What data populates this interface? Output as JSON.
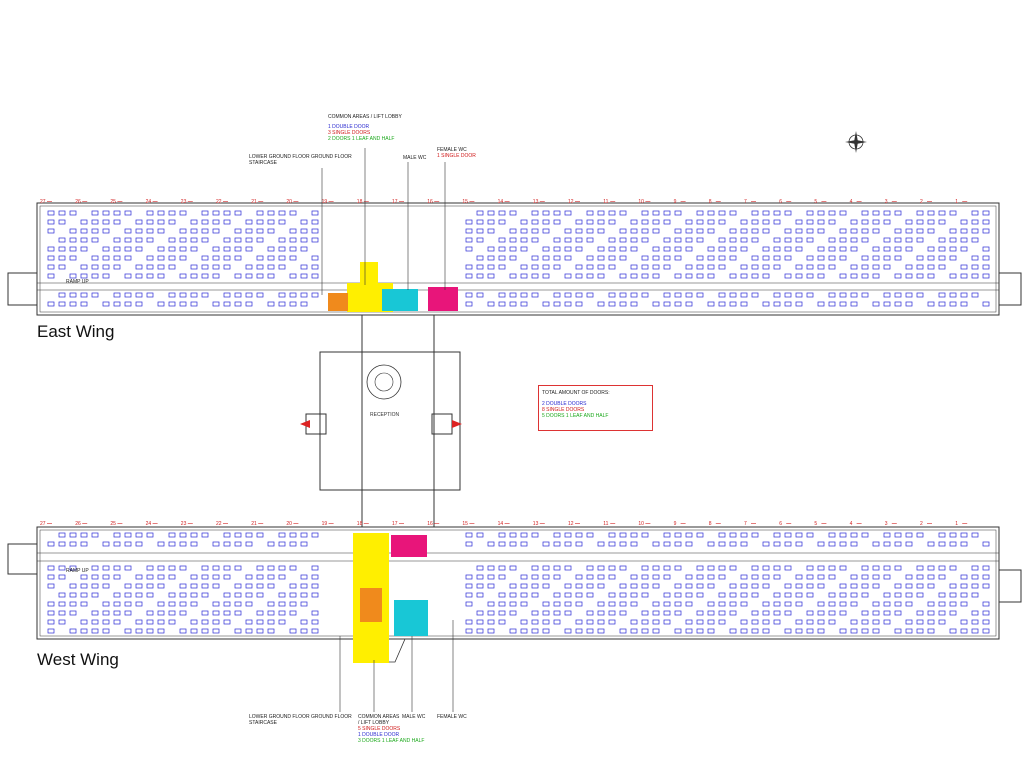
{
  "wings": {
    "east": {
      "label": "East Wing"
    },
    "west": {
      "label": "West Wing"
    }
  },
  "top_annotations": {
    "common": {
      "title": "COMMON AREAS / LIFT LOBBY",
      "line1": "1 DOUBLE DOOR",
      "line2": "3 SINGLE DOORS",
      "line3": "2 DOORS 1 LEAF AND HALF"
    },
    "staircase": {
      "line1": "LOWER GROUND FLOOR GROUND FLOOR",
      "line2": "STAIRCASE"
    },
    "male_wc": {
      "title": "MALE WC"
    },
    "female_wc": {
      "title": "FEMALE WC",
      "line1": "1 SINGLE DOOR"
    }
  },
  "bottom_annotations": {
    "staircase": {
      "line1": "LOWER GROUND FLOOR GROUND FLOOR",
      "line2": "STAIRCASE"
    },
    "common": {
      "title": "COMMON AREAS",
      "title2": "/ LIFT LOBBY",
      "line1": "5 SINGLE DOORS",
      "line2": "1 DOUBLE DOOR",
      "line3": "3 DOORS 1 LEAF AND HALF"
    },
    "male_wc": {
      "title": "MALE WC"
    },
    "female_wc": {
      "title": "FEMALE WC"
    }
  },
  "summary": {
    "title": "TOTAL AMOUNT OF DOORS:",
    "line1": "2 DOUBLE DOORS",
    "line2": "8 SINGLE DOORS",
    "line3": "5 DOORS 1 LEAF AND HALF"
  },
  "core_labels": {
    "reception": "RECEPTION",
    "ramp": "RAMP UP"
  },
  "grid_numbers": [
    "27",
    "26",
    "25",
    "24",
    "23",
    "22",
    "21",
    "20",
    "19",
    "18",
    "17",
    "16",
    "15",
    "14",
    "13",
    "12",
    "11",
    "10",
    "9",
    "8",
    "7",
    "6",
    "5",
    "4",
    "3",
    "2",
    "1"
  ],
  "colors": {
    "lift_lobby": "#ffef00",
    "staircase": "#f08a1c",
    "male_wc": "#18c7d6",
    "female_wc": "#e8157a",
    "furniture": "#2b2bd6",
    "grid_marker": "#d22222",
    "lines": "#333333"
  }
}
